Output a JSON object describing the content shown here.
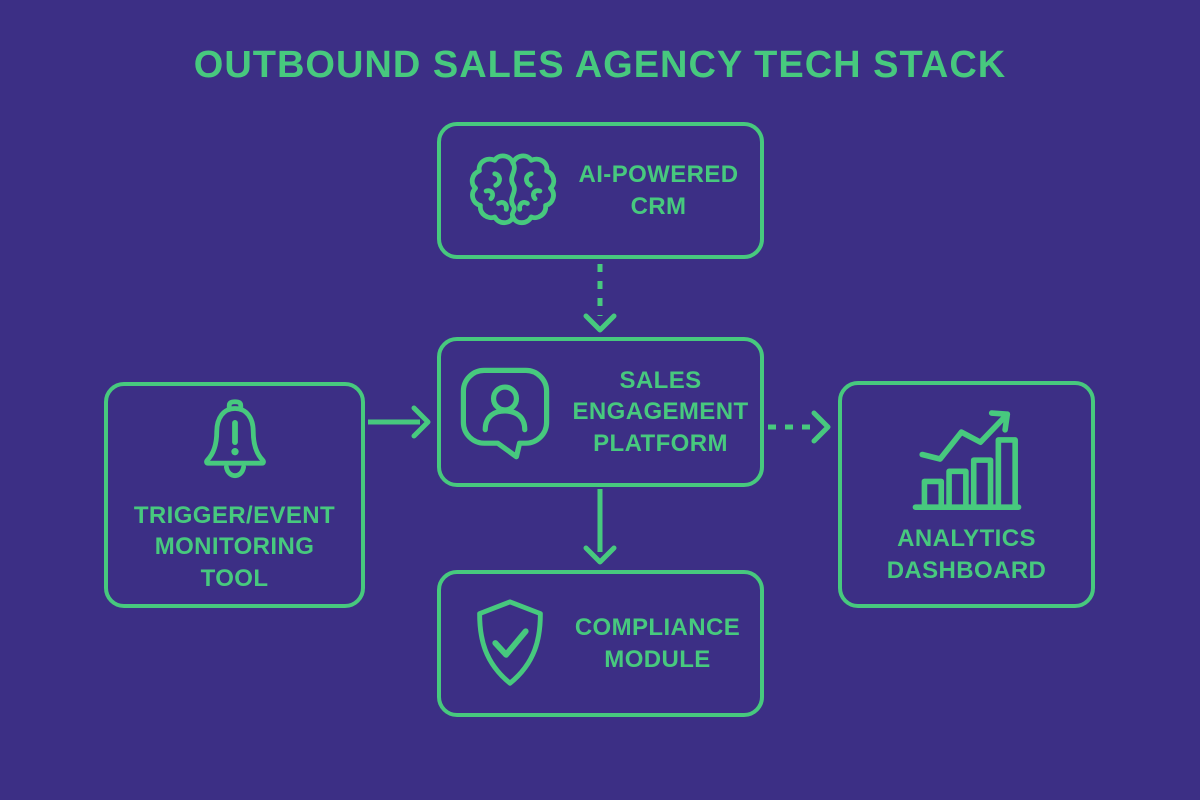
{
  "title": "OUTBOUND SALES AGENCY TECH STACK",
  "colors": {
    "background": "#3c2f85",
    "accent": "#47c97e"
  },
  "nodes": [
    {
      "id": "ai-crm",
      "icon": "brain-icon",
      "label_lines": [
        "AI-POWERED",
        "CRM"
      ]
    },
    {
      "id": "sales-engagement-platform",
      "icon": "person-chat-icon",
      "label_lines": [
        "SALES",
        "ENGAGEMENT",
        "PLATFORM"
      ]
    },
    {
      "id": "trigger-event-monitoring-tool",
      "icon": "alert-bell-icon",
      "label_lines": [
        "TRIGGER/EVENT",
        "MONITORING",
        "TOOL"
      ]
    },
    {
      "id": "analytics-dashboard",
      "icon": "bar-chart-growth-icon",
      "label_lines": [
        "ANALYTICS",
        "DASHBOARD"
      ]
    },
    {
      "id": "compliance-module",
      "icon": "shield-check-icon",
      "label_lines": [
        "COMPLIANCE",
        "MODULE"
      ]
    }
  ],
  "connectors": [
    {
      "from": "ai-crm",
      "to": "sales-engagement-platform",
      "line_style": "dashed",
      "direction": "down"
    },
    {
      "from": "trigger-event-monitoring-tool",
      "to": "sales-engagement-platform",
      "line_style": "solid",
      "direction": "right"
    },
    {
      "from": "sales-engagement-platform",
      "to": "analytics-dashboard",
      "line_style": "dashed",
      "direction": "right"
    },
    {
      "from": "sales-engagement-platform",
      "to": "compliance-module",
      "line_style": "solid",
      "direction": "down"
    }
  ]
}
